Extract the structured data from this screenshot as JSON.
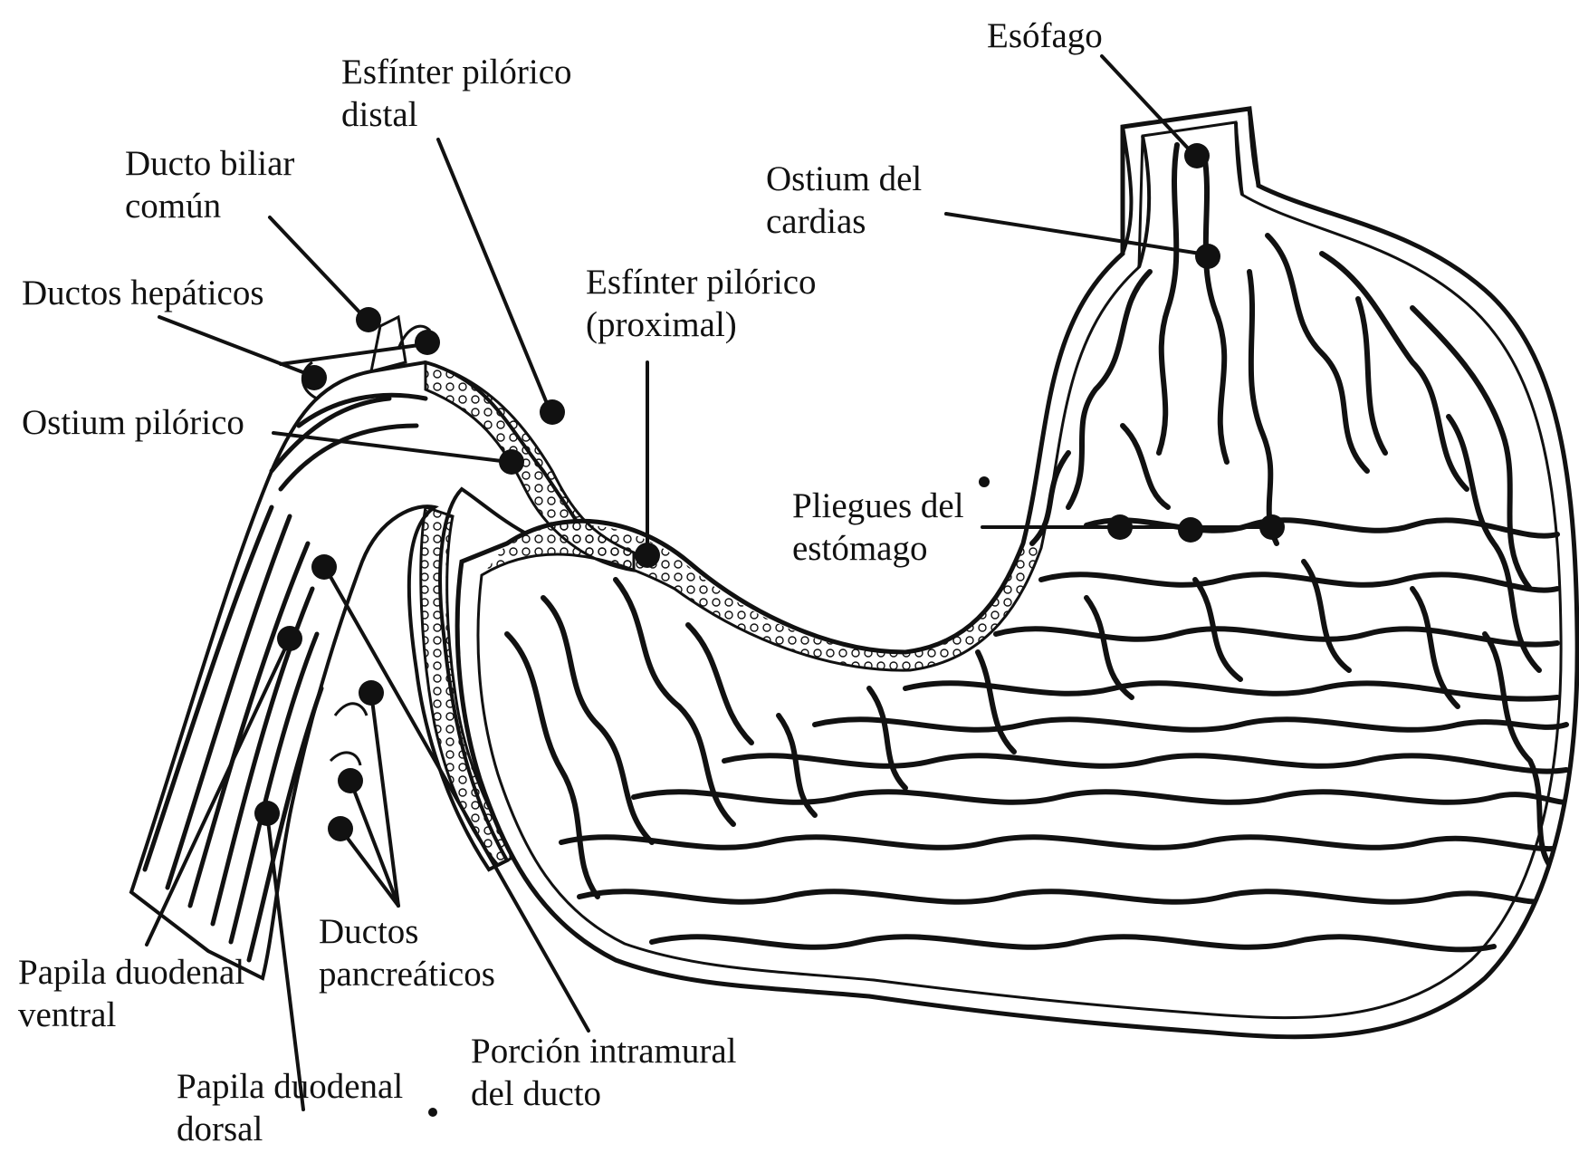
{
  "colors": {
    "ink": "#111111",
    "paper": "#ffffff"
  },
  "labels": {
    "esofago": "Esófago",
    "ostium_cardias": [
      "Ostium del",
      "cardias"
    ],
    "esfinter_distal": [
      "Esfínter pilórico",
      "distal"
    ],
    "esfinter_proximal": [
      "Esfínter pilórico",
      "(proximal)"
    ],
    "ducto_biliar": [
      "Ducto biliar",
      "común"
    ],
    "ductos_hepaticos": "Ductos hepáticos",
    "ostium_pilorico": "Ostium pilórico",
    "pliegues": [
      "Pliegues del",
      "estómago"
    ],
    "papila_ventral": [
      "Papila duodenal",
      "ventral"
    ],
    "ductos_pancreaticos": [
      "Ductos",
      "pancreáticos"
    ],
    "porcion_intramural": [
      "Porción intramural",
      "del ducto"
    ],
    "papila_dorsal": [
      "Papila duodenal",
      "dorsal"
    ]
  }
}
